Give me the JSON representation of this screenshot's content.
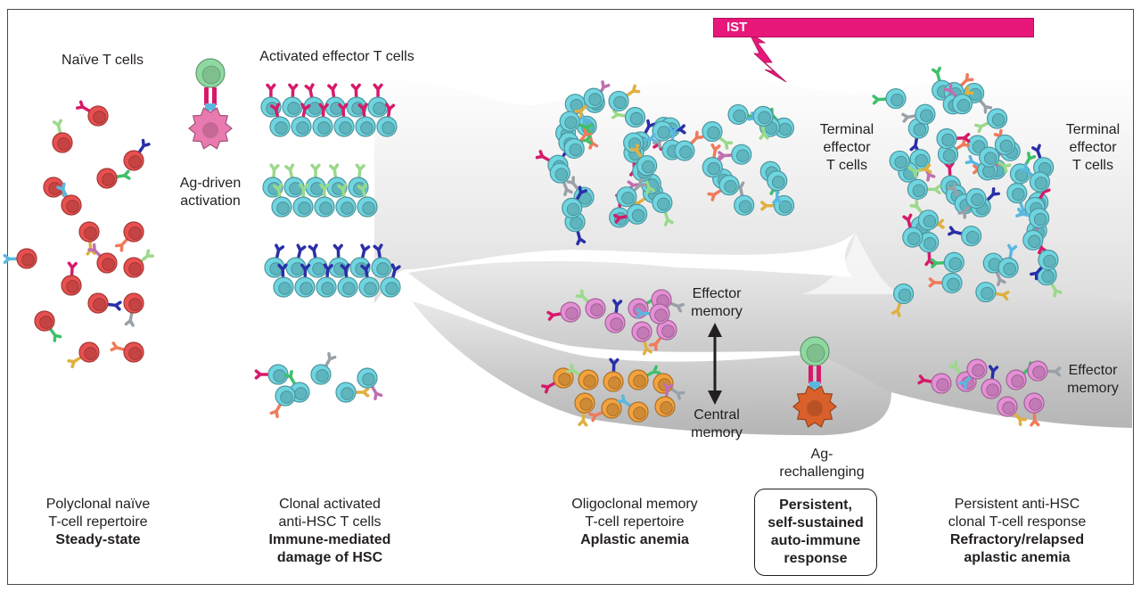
{
  "treatment": {
    "label": "IST"
  },
  "labels": {
    "naive": "Naïve T cells",
    "activated_effector": "Activated effector T cells",
    "ag_driven_line1": "Ag-driven",
    "ag_driven_line2": "activation",
    "terminal1_line1": "Terminal",
    "terminal1_line2": "effector",
    "terminal1_line3": "T cells",
    "terminal2_line1": "Terminal",
    "terminal2_line2": "effector",
    "terminal2_line3": "T cells",
    "effector_mem1_line1": "Effector",
    "effector_mem1_line2": "memory",
    "central_mem_line1": "Central",
    "central_mem_line2": "memory",
    "effector_mem2_line1": "Effector",
    "effector_mem2_line2": "memory",
    "ag_rechallenging_line1": "Ag-",
    "ag_rechallenging_line2": "rechallenging"
  },
  "stages": [
    {
      "line1": "Polyclonal naïve",
      "line2": "T-cell repertoire",
      "bold1": "Steady-state",
      "bold2": ""
    },
    {
      "line1": "Clonal activated",
      "line2": "anti-HSC T cells",
      "bold1": "Immune-mediated",
      "bold2": "damage of HSC"
    },
    {
      "line1": "Oligoclonal memory",
      "line2": "T-cell repertoire",
      "bold1": "Aplastic anemia",
      "bold2": ""
    },
    {
      "line1": "",
      "line2": "",
      "bold1": "Persistent,",
      "bold2": "self-sustained",
      "bold3": "auto-immune",
      "bold4": "response"
    },
    {
      "line1": "Persistent anti-HSC",
      "line2": "clonal T-cell response",
      "bold1": "Refractory/relapsed",
      "bold2": "aplastic anemia"
    }
  ],
  "colors": {
    "naive_cell": "#e8504f",
    "effector_cell": "#6fd5e0",
    "memory_effector_cell": "#e58fd6",
    "memory_central_cell": "#f3a23e",
    "apc_pink": "#e87ab0",
    "apc_orange": "#d9602a",
    "tcell_green": "#8fd9a0",
    "ist_bar": "#e8187a",
    "receptor_colors": [
      "#d61a6a",
      "#9ad98a",
      "#2a2fa8",
      "#3fc06a",
      "#9aa0a8",
      "#e0b040",
      "#f07a5a",
      "#5ab8e0",
      "#c070b0"
    ]
  }
}
